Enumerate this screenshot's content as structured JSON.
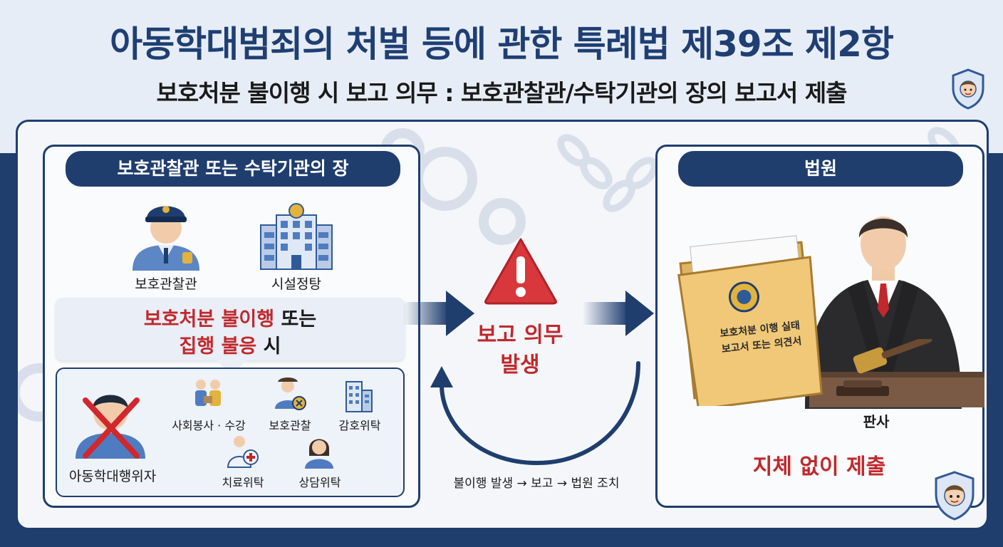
{
  "title": "아동학대범죄의 처벌 등에 관한 특례법 제39조 제2항",
  "subtitle": "보호처분 불이행 시 보고 의무 : 보호관찰관/수탁기관의 장의 보고서 제출",
  "left_panel": {
    "header": "보호관찰관 또는 수탁기관의 장",
    "officer_label": "보호관찰관",
    "facility_label": "시설정탕",
    "condition": {
      "line1_red": "보호처분 불이행",
      "line1_dark": " 또는",
      "line2_red": "집행 불응",
      "line2_dark": " 시"
    },
    "offender_label": "아동학대행위자",
    "dispositions": {
      "community_service": "사회봉사 · 수강",
      "probation": "보호관찰",
      "custody": "감호위탁",
      "treatment": "치료위탁",
      "counseling": "상담위탁"
    }
  },
  "center": {
    "line1": "보고 의무",
    "line2": "발생",
    "flow_caption": "불이행 발생 → 보고 → 법원 조치"
  },
  "right_panel": {
    "header": "법원",
    "folder_line1": "보호처분 이행 실태",
    "folder_line2": "보고서 또는 의견서",
    "judge_label": "판사",
    "submit_label": "지체 없이 제출"
  },
  "colors": {
    "navy": "#1f3e6e",
    "red": "#c0282c",
    "background": "#eef2f8"
  }
}
